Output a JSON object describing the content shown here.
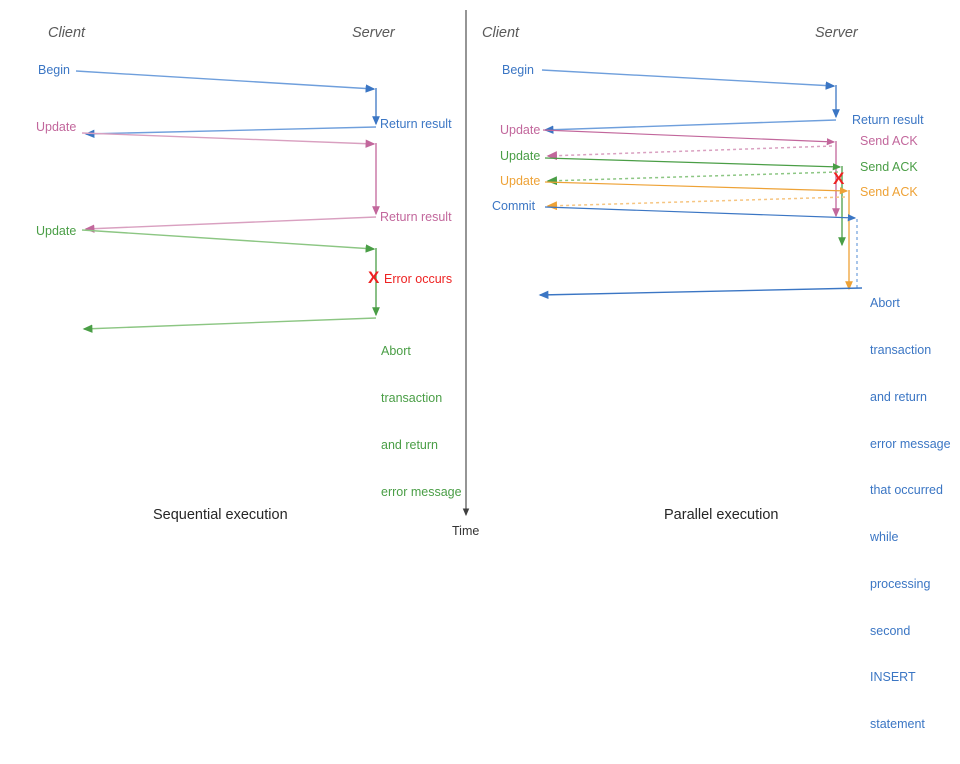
{
  "colors": {
    "blue": "#3b76c4",
    "blue_light": "#6f9fdc",
    "pink": "#c2679c",
    "pink_light": "#d9a0c0",
    "green": "#4a9e46",
    "green_light": "#8cc683",
    "orange": "#eea236",
    "orange_light": "#f6c581",
    "red": "#ee2222",
    "axis": "#3f3f3f",
    "actor_text": "#595959",
    "caption_text": "#262626"
  },
  "time_axis": {
    "label": "Time"
  },
  "panels": [
    {
      "id": "sequential",
      "caption": "Sequential execution",
      "actors": {
        "client": "Client",
        "server": "Server"
      },
      "client_labels": [
        {
          "text": "Begin",
          "color": "blue"
        },
        {
          "text": "Update",
          "color": "pink"
        },
        {
          "text": "Update",
          "color": "green"
        }
      ],
      "server_labels": [
        {
          "text": "Return result",
          "color": "blue"
        },
        {
          "text": "Return result",
          "color": "pink"
        }
      ],
      "error": {
        "marker": "X",
        "text": "Error occurs",
        "color": "red"
      },
      "abort_note": {
        "color": "green",
        "lines": [
          "Abort",
          "transaction",
          "and return",
          "error message"
        ]
      }
    },
    {
      "id": "parallel",
      "caption": "Parallel execution",
      "actors": {
        "client": "Client",
        "server": "Server"
      },
      "client_labels": [
        {
          "text": "Begin",
          "color": "blue"
        },
        {
          "text": "Update",
          "color": "pink"
        },
        {
          "text": "Update",
          "color": "green"
        },
        {
          "text": "Update",
          "color": "orange"
        },
        {
          "text": "Commit",
          "color": "blue"
        }
      ],
      "server_labels": [
        {
          "text": "Return result",
          "color": "blue"
        },
        {
          "text": "Send ACK",
          "color": "pink"
        },
        {
          "text": "Send ACK",
          "color": "green"
        },
        {
          "text": "Send ACK",
          "color": "orange"
        }
      ],
      "error": {
        "marker": "X",
        "color": "red"
      },
      "abort_note": {
        "color": "blue",
        "lines": [
          "Abort",
          "transaction",
          "and return",
          "error message",
          "that occurred",
          "while",
          "processing",
          "second",
          "INSERT",
          "statement"
        ]
      }
    }
  ]
}
